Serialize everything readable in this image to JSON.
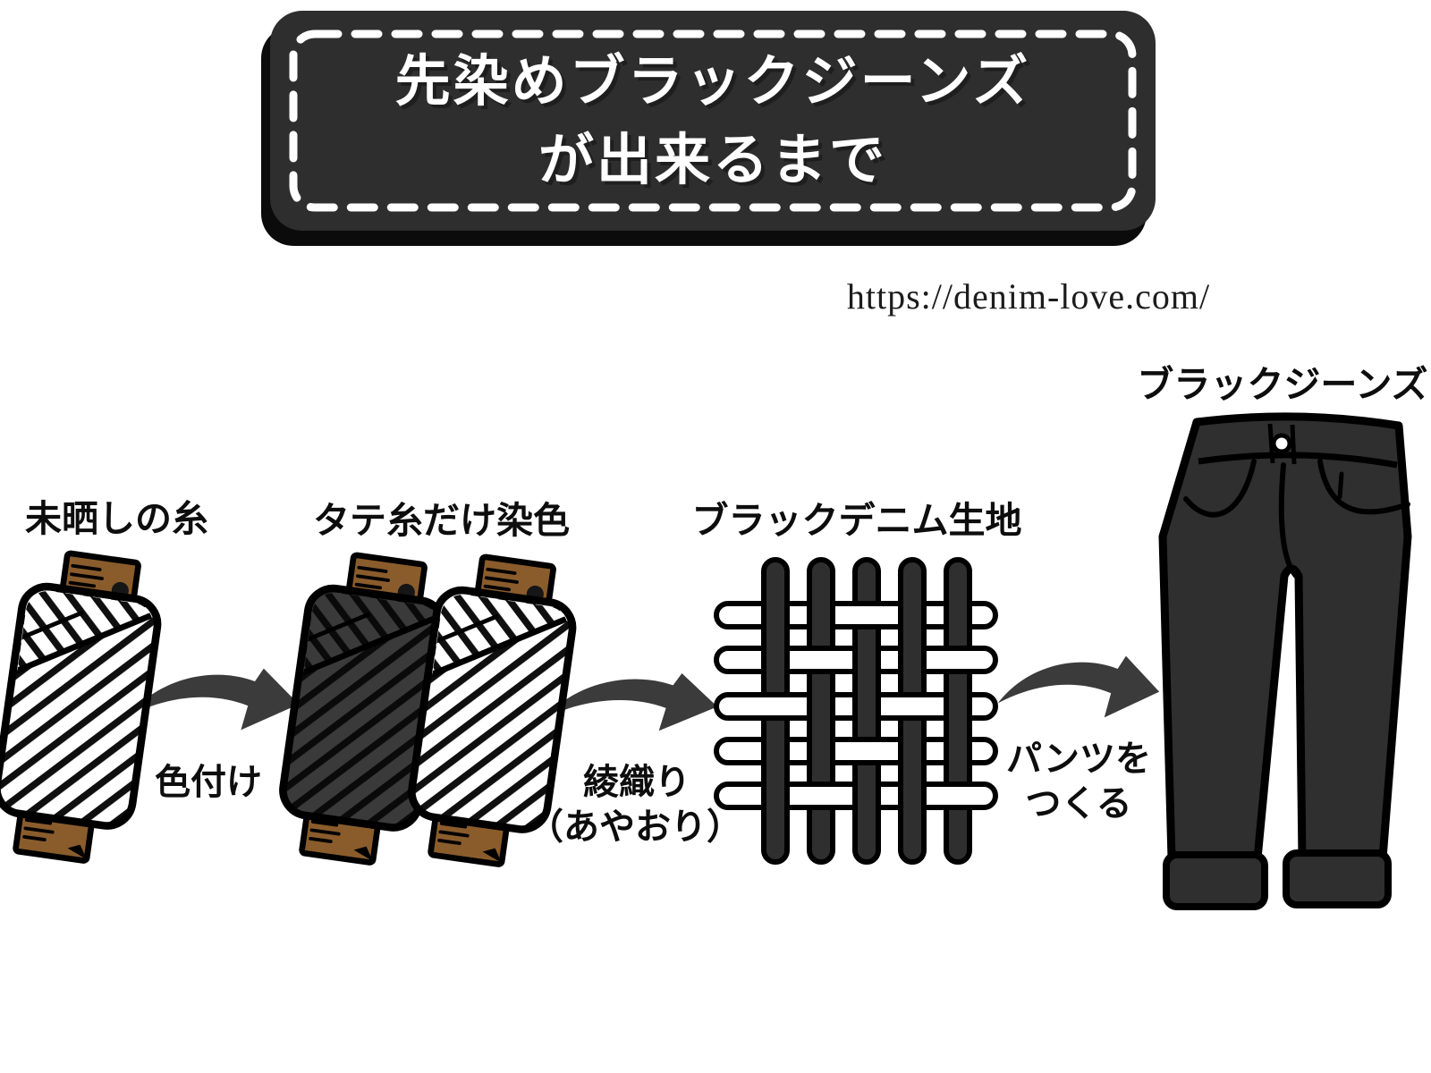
{
  "title": {
    "line1": "先染めブラックジーンズ",
    "line2": "が出来るまで"
  },
  "url": "https://denim-love.com/",
  "flow": {
    "items": [
      {
        "id": "unbleached-thread",
        "label": "未晒しの糸"
      },
      {
        "id": "warp-dyed-threads",
        "label": "タテ糸だけ染色"
      },
      {
        "id": "black-denim-fabric",
        "label": "ブラックデニム生地"
      },
      {
        "id": "black-jeans",
        "label": "ブラックジーンズ"
      }
    ],
    "arrows": [
      {
        "label_lines": [
          "色付け"
        ]
      },
      {
        "label_lines": [
          "綾織り",
          "（あやおり）"
        ]
      },
      {
        "label_lines": [
          "パンツを",
          "つくる"
        ]
      }
    ]
  },
  "colors": {
    "banner_bg": "#2e2e2e",
    "banner_shadow": "#0b0b0b",
    "dash_border": "#ffffff",
    "title_text": "#ffffff",
    "label_text": "#0d0d0d",
    "arrow": "#3b3b3b",
    "outline": "#000000",
    "spool_cap": "#8a5c2c",
    "spool_white_body": "#ffffff",
    "spool_dark_body": "#3a3a3a",
    "hatch_stripe": "#0f0f0f",
    "weave_warp": "#2f2f2f",
    "weave_weft": "#ffffff",
    "jeans_fill": "#2f2f2f"
  },
  "weave": {
    "rows": 5,
    "cols": 5,
    "over": [
      [
        1,
        3
      ],
      [
        2,
        2
      ],
      [
        2,
        5
      ],
      [
        3,
        1
      ],
      [
        3,
        4
      ],
      [
        4,
        3
      ],
      [
        5,
        2
      ],
      [
        5,
        5
      ]
    ]
  }
}
